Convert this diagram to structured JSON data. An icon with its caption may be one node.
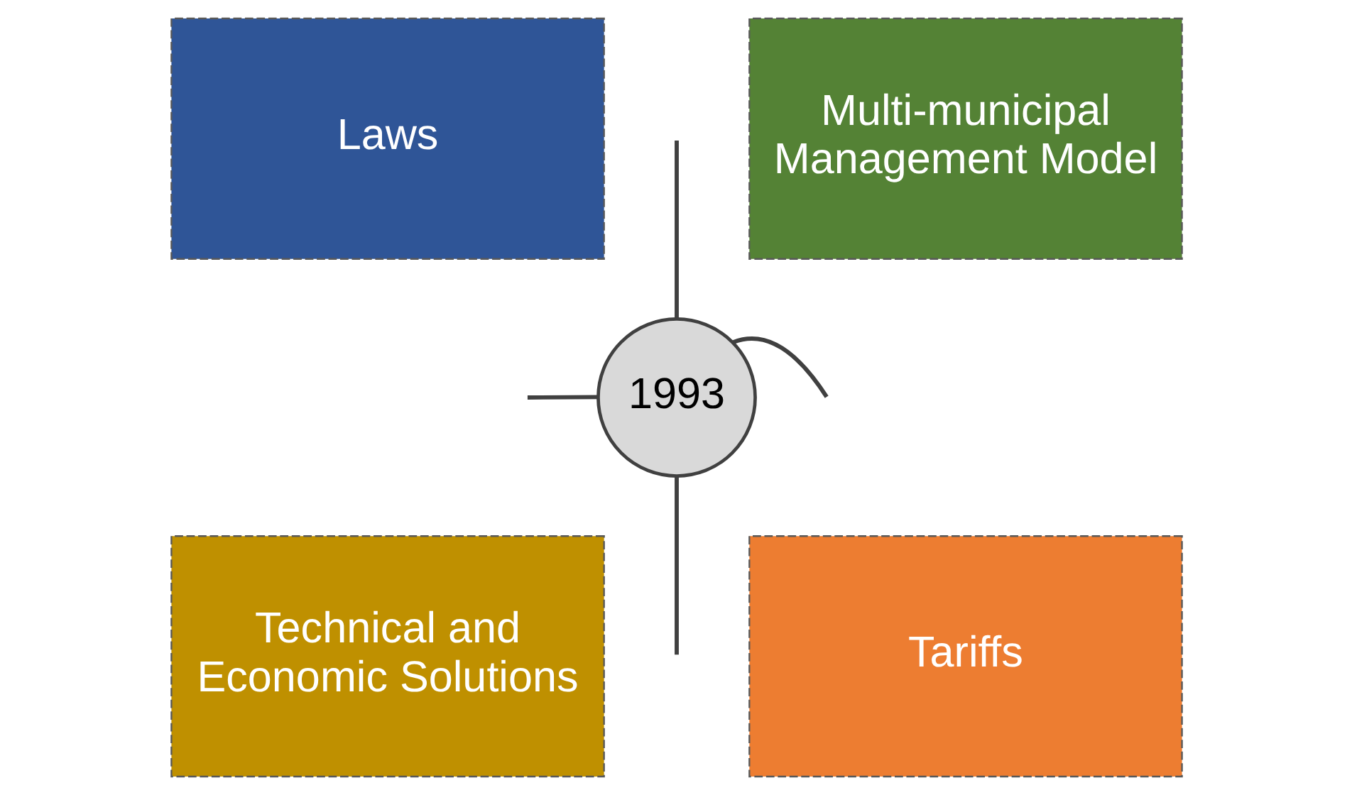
{
  "diagram": {
    "nodes": [
      {
        "text": [
          "Laws"
        ]
      },
      {
        "text": [
          "Multi-municipal Management Model"
        ]
      },
      {
        "text": [
          "1993"
        ]
      },
      {
        "text": [
          "Technical and Economic Solutions"
        ]
      },
      {
        "text": [
          "Tariffs"
        ]
      }
    ],
    "edges": [
      {
        "from": 2,
        "to": null,
        "arrow": "none"
      },
      {
        "from": 2,
        "to": null,
        "arrow": "none"
      },
      {
        "from": 2,
        "to": null,
        "arrow": "none"
      },
      {
        "from": 2,
        "to": null,
        "arrow": "none"
      }
    ]
  }
}
